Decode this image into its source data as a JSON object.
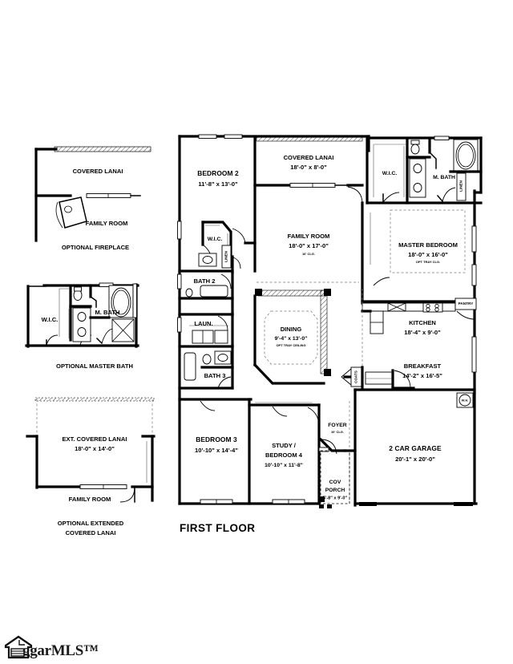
{
  "document": {
    "type": "residential-floor-plan",
    "main_title": "FIRST FLOOR",
    "watermark": "ggarMLS™",
    "background_color": "#ffffff",
    "line_color": "#000000"
  },
  "options": [
    {
      "id": "optional-fireplace",
      "caption": "OPTIONAL FIREPLACE",
      "labels": [
        {
          "name": "COVERED LANAI",
          "dims": ""
        },
        {
          "name": "FAMILY ROOM",
          "dims": ""
        }
      ]
    },
    {
      "id": "optional-master-bath",
      "caption": "OPTIONAL MASTER BATH",
      "labels": [
        {
          "name": "W.I.C.",
          "dims": ""
        },
        {
          "name": "M. BATH",
          "dims": ""
        }
      ]
    },
    {
      "id": "optional-extended-covered-lanai",
      "caption_line1": "OPTIONAL EXTENDED",
      "caption_line2": "COVERED LANAI",
      "labels": [
        {
          "name": "EXT. COVERED LANAI",
          "dims": "18'-0\" x 14'-0\""
        },
        {
          "name": "FAMILY ROOM",
          "dims": ""
        }
      ]
    }
  ],
  "rooms": [
    {
      "id": "bedroom-2",
      "name": "BEDROOM 2",
      "dims": "11'-8\" x 13'-0\"",
      "note": ""
    },
    {
      "id": "covered-lanai",
      "name": "COVERED LANAI",
      "dims": "18'-0\" x 8'-0\"",
      "note": ""
    },
    {
      "id": "family-room",
      "name": "FAMILY ROOM",
      "dims": "18'-0\" x 17'-0\"",
      "note": "10' CLG."
    },
    {
      "id": "master-bedroom",
      "name": "MASTER BEDROOM",
      "dims": "18'-0\" x 16'-0\"",
      "note": "OPT TRAY CLG."
    },
    {
      "id": "kitchen",
      "name": "KITCHEN",
      "dims": "18'-4\" x 9'-0\"",
      "note": ""
    },
    {
      "id": "breakfast",
      "name": "BREAKFAST",
      "dims": "14'-2\" x 16'-5\"",
      "note": ""
    },
    {
      "id": "dining",
      "name": "DINING",
      "dims": "9'-4\" x 13'-0\"",
      "note": "OPT TRAY CEILING"
    },
    {
      "id": "bedroom-3",
      "name": "BEDROOM 3",
      "dims": "10'-10\" x 14'-4\"",
      "note": ""
    },
    {
      "id": "study-bedroom-4",
      "name": "STUDY /",
      "name2": "BEDROOM 4",
      "dims": "10'-10\" x 11'-8\"",
      "note": ""
    },
    {
      "id": "two-car-garage",
      "name": "2 CAR GARAGE",
      "dims": "20'-1\" x 20'-0\"",
      "note": ""
    },
    {
      "id": "foyer",
      "name": "FOYER",
      "dims": "",
      "note": "10' CLG."
    },
    {
      "id": "cov-porch",
      "name": "COV",
      "name2": "PORCH",
      "dims": "5'-8\" x 9'-0\"",
      "note": ""
    },
    {
      "id": "bath-2",
      "name": "BATH 2",
      "dims": "",
      "note": ""
    },
    {
      "id": "bath-3",
      "name": "BATH 3",
      "dims": "",
      "note": ""
    },
    {
      "id": "laundry",
      "name": "LAUN.",
      "dims": "",
      "note": ""
    },
    {
      "id": "m-bath",
      "name": "M. BATH",
      "dims": "",
      "note": ""
    },
    {
      "id": "wic-bedroom2",
      "name": "W.I.C.",
      "dims": "",
      "note": ""
    },
    {
      "id": "wic-master",
      "name": "W.I.C.",
      "dims": "",
      "note": ""
    }
  ],
  "small_labels": {
    "linen_bath2": "LINEN",
    "linen_master": "LINEN",
    "pantry": "PANTRY",
    "coats": "COATS",
    "water_heater": "W.H."
  }
}
